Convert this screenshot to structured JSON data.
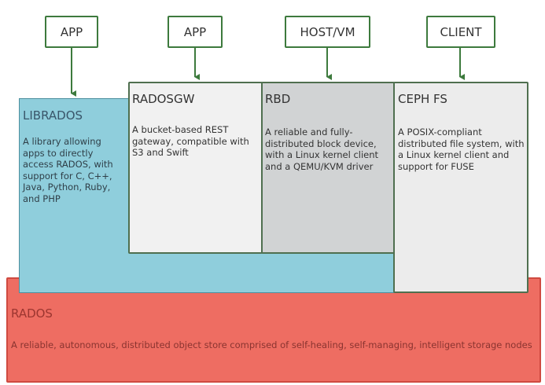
{
  "clients": [
    {
      "label": "APP"
    },
    {
      "label": "APP"
    },
    {
      "label": "HOST/VM"
    },
    {
      "label": "CLIENT"
    }
  ],
  "components": {
    "librados": {
      "title": "LIBRADOS",
      "description": "A library allowing apps to directly access RADOS, with support for C, C++, Java, Python, Ruby, and PHP"
    },
    "radosgw": {
      "title": "RADOSGW",
      "description": "A bucket-based REST gateway, compatible with S3 and Swift"
    },
    "rbd": {
      "title": "RBD",
      "description": "A reliable and fully-distributed block device, with a Linux kernel client and a QEMU/KVM driver"
    },
    "cephfs": {
      "title": "CEPH FS",
      "description": "A POSIX-compliant distributed file system, with a Linux kernel client and support for FUSE"
    },
    "rados": {
      "title": "RADOS",
      "description": "A reliable, autonomous, distributed object store comprised of self-healing, self-managing, intelligent storage nodes"
    }
  },
  "colors": {
    "librados": "#8fcedc",
    "radosgw": "#f1f1f1",
    "rbd": "#d1d3d4",
    "cephfs": "#ececec",
    "rados": "#ee6d62",
    "connector": "#3d7a3d"
  }
}
